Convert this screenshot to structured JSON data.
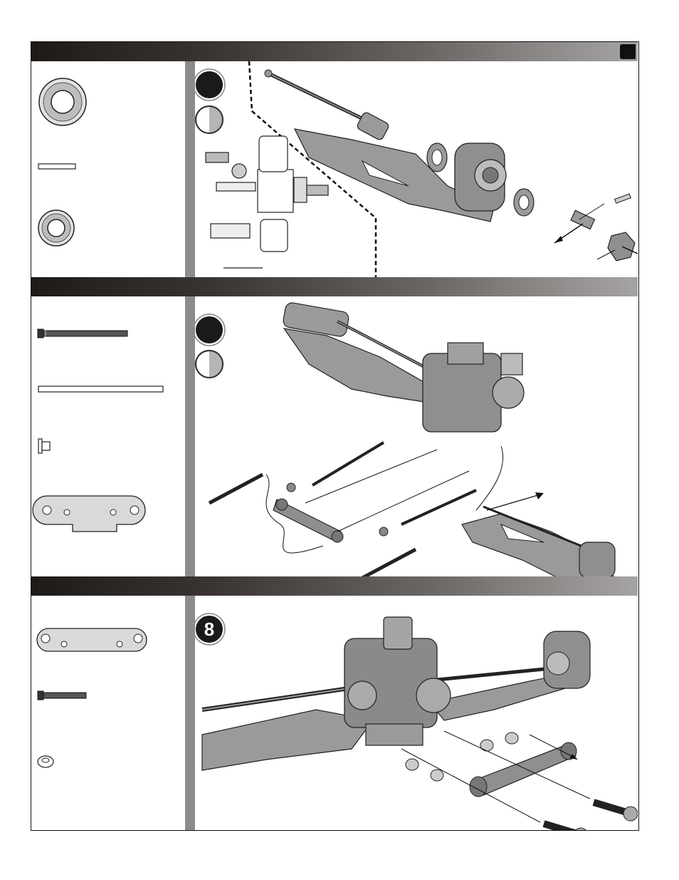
{
  "sections": [
    {
      "id": "section-1",
      "step_badges": [
        "",
        ""
      ],
      "parts": [
        "large-bearing-icon",
        "pin-icon",
        "small-bearing-icon"
      ]
    },
    {
      "id": "section-2",
      "step_badges": [
        "",
        ""
      ],
      "parts": [
        "long-screw-icon",
        "hinge-pin-icon",
        "flanged-bushing-icon",
        "suspension-brace-icon"
      ]
    },
    {
      "id": "section-3",
      "step_badges": [
        "8"
      ],
      "parts": [
        "brace-plate-icon",
        "screw-icon",
        "spacer-icon"
      ]
    }
  ],
  "colors": {
    "header_dark": "#1e1a18",
    "header_light": "#a6a4a3",
    "divider": "#8c8c8c",
    "part_gray": "#bdbdbd"
  }
}
